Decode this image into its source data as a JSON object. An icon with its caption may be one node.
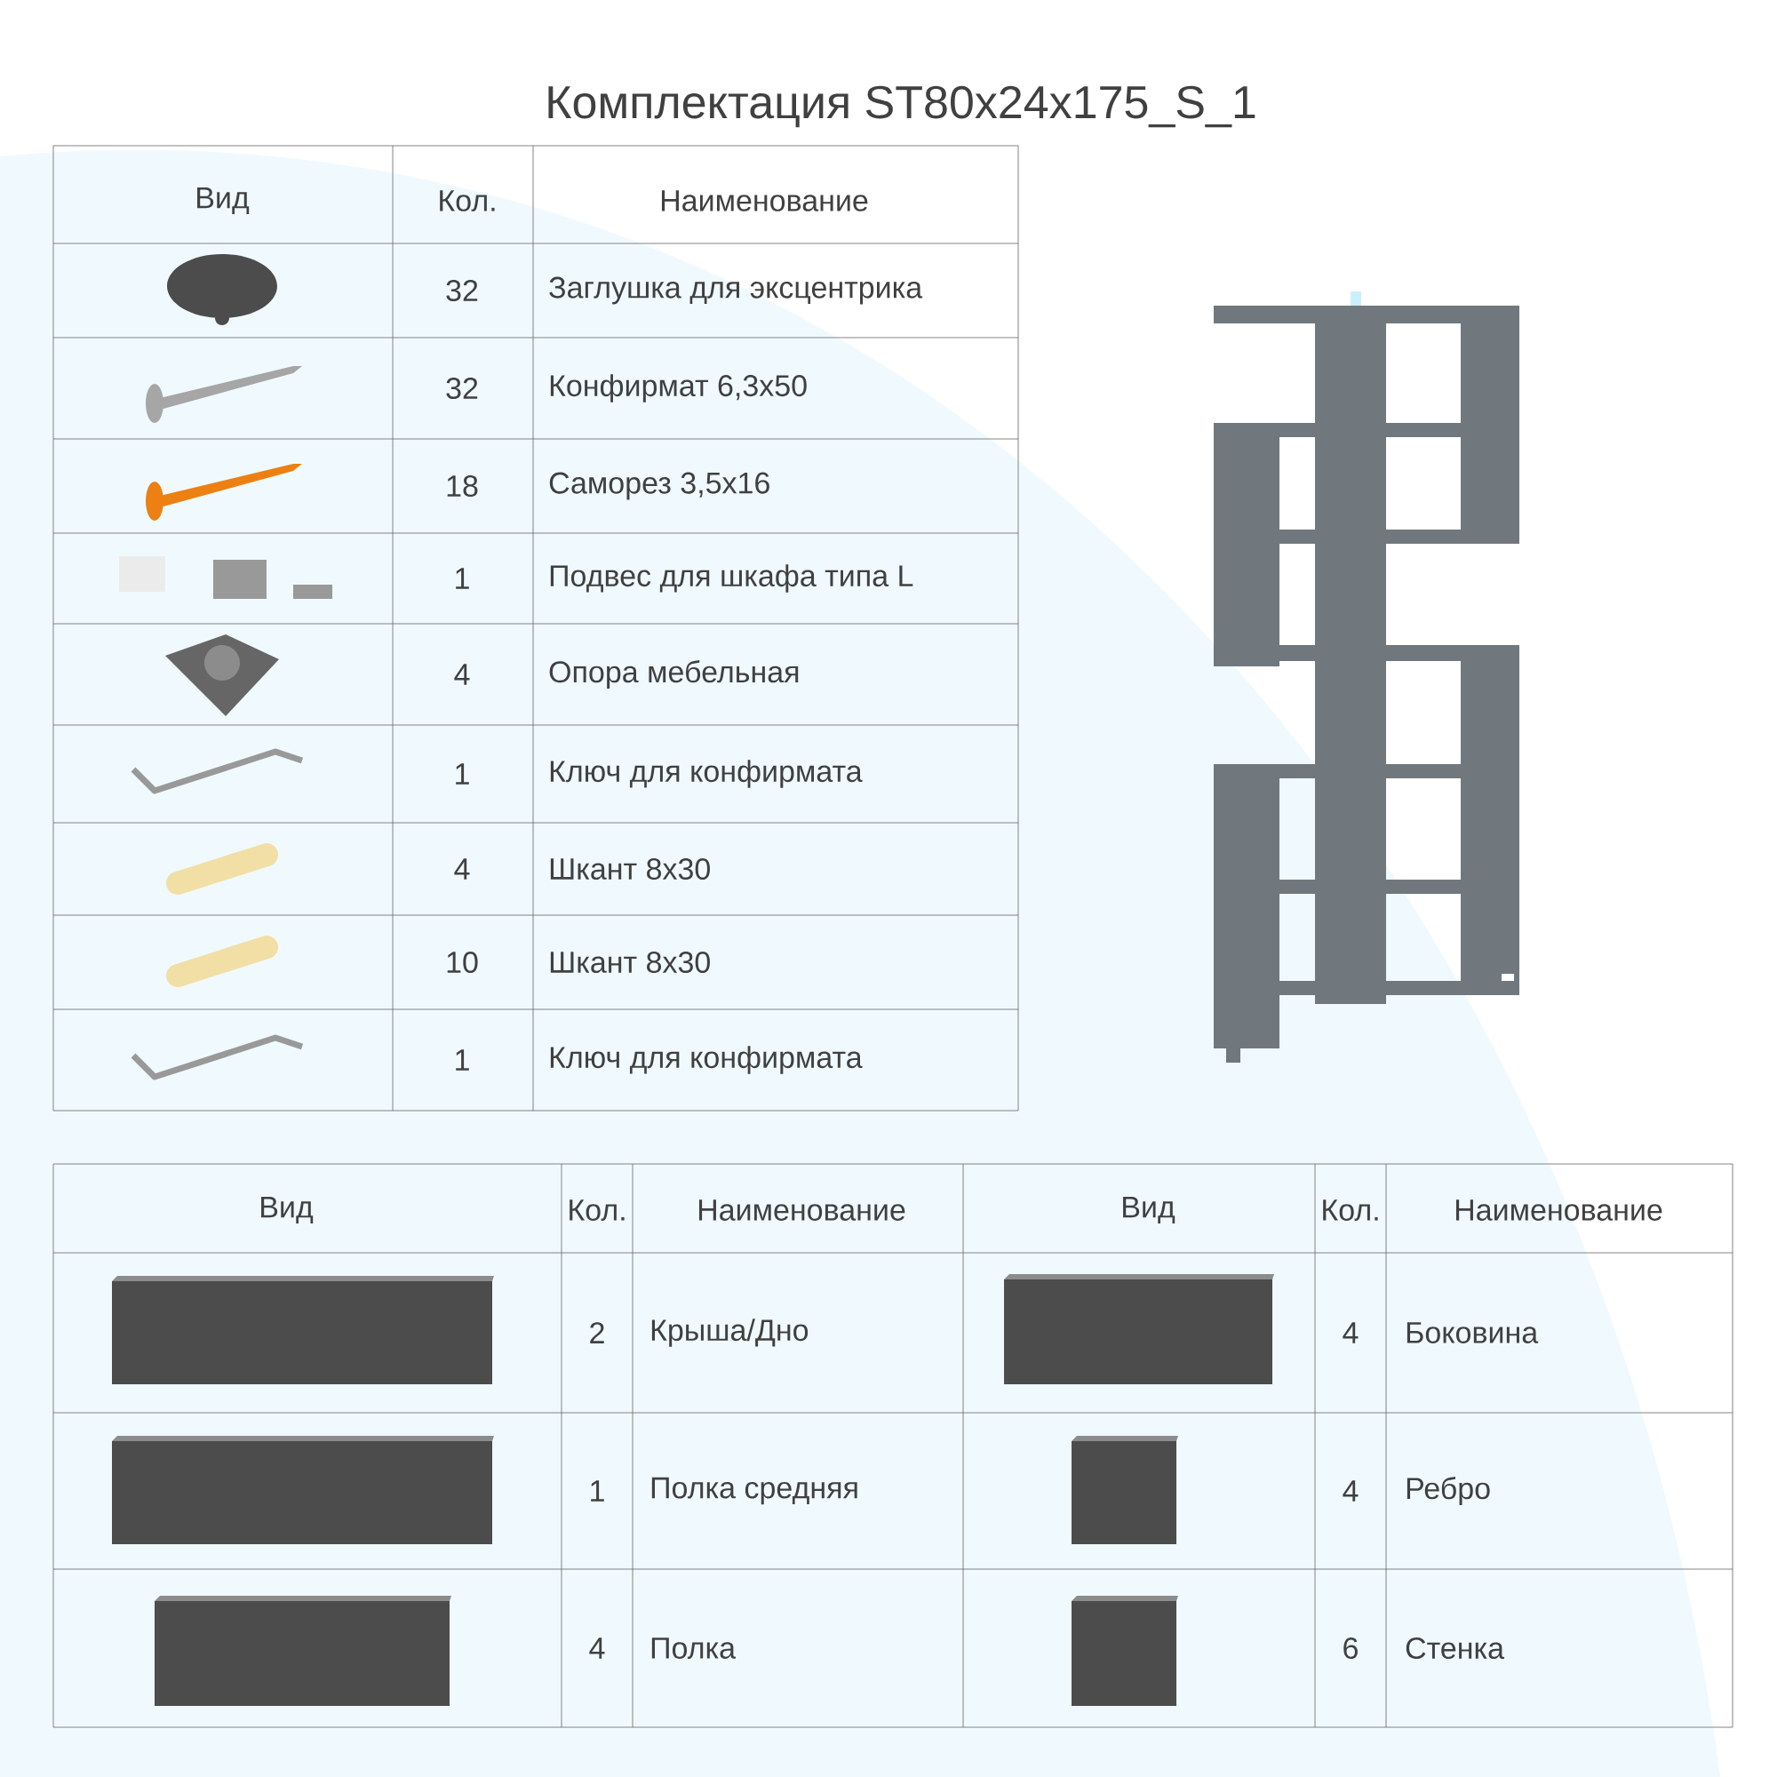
{
  "diagram": {
    "title": "Комплектация  ST80x24x175_S_1",
    "labels": [
      "Вид",
      "Кол.",
      "Наименование",
      "32",
      "Заглушка для эксцентрика",
      "32",
      "Конфирмат 6,3х50",
      "18",
      "Саморез 3,5х16",
      "1",
      "Подвес для шкафа типа L",
      "4",
      "Опора мебельная",
      "1",
      "Ключ для конфирмата",
      "4",
      "Шкант 8х30",
      "10",
      "Шкант 8х30",
      "1",
      "Ключ для конфирмата",
      "Вид",
      "Кол.",
      "Наименование",
      "Вид",
      "Кол.",
      "Наименование",
      "2",
      "Крыша/Дно",
      "4",
      "Боковина",
      "1",
      "Полка средняя",
      "4",
      "Ребро",
      "4",
      "Полка",
      "6",
      "Стенка"
    ]
  }
}
